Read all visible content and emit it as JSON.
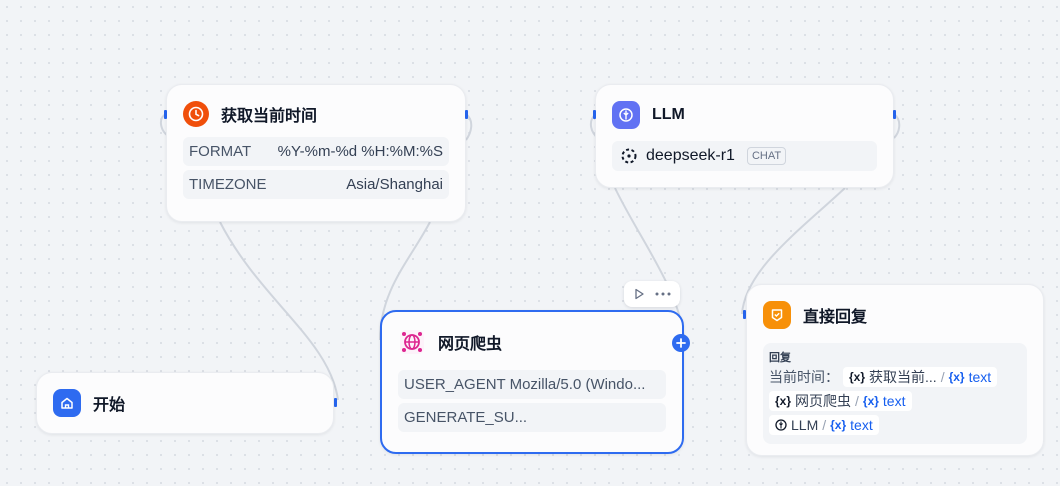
{
  "nodes": {
    "get_time": {
      "title": "获取当前时间",
      "params": [
        {
          "key": "FORMAT",
          "value": "%Y-%m-%d %H:%M:%S"
        },
        {
          "key": "TIMEZONE",
          "value": "Asia/Shanghai"
        }
      ]
    },
    "llm": {
      "title": "LLM",
      "model": "deepseek-r1",
      "model_tag": "CHAT"
    },
    "start": {
      "title": "开始"
    },
    "crawler": {
      "title": "网页爬虫",
      "params": [
        {
          "text": "USER_AGENT Mozilla/5.0 (Windo..."
        },
        {
          "text": "GENERATE_SU..."
        }
      ]
    },
    "answer": {
      "title": "直接回复",
      "section_label": "回复",
      "prefix": "当前时间：",
      "refs": [
        {
          "node": "获取当前...",
          "sep": "/",
          "var": "text"
        },
        {
          "node": "网页爬虫",
          "sep": "/",
          "var": "text"
        },
        {
          "node": "LLM",
          "sep": "/",
          "var": "text"
        }
      ]
    }
  },
  "icons": {
    "var_glyph": "{x}"
  },
  "colors": {
    "clock": "#f04f0b",
    "llm": "#6172f3",
    "start": "#2e6bf0",
    "crawler": "#dd2590",
    "answer": "#f79009",
    "selected_border": "#2e6bf0",
    "edge": "#d0d5dd"
  }
}
